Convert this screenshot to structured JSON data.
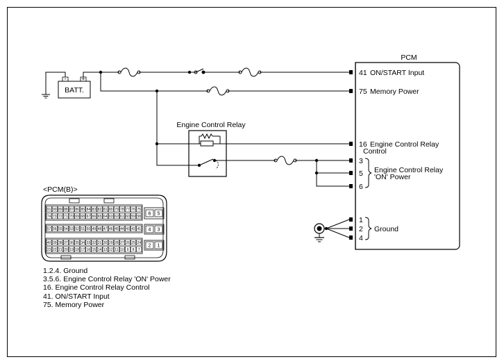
{
  "battery": {
    "label": "BATT.",
    "neg": "-",
    "pos": "+"
  },
  "pcm": {
    "title": "PCM",
    "pins": {
      "p41": {
        "num": "41",
        "label": "ON/START Input"
      },
      "p75": {
        "num": "75",
        "label": "Memory Power"
      },
      "p16": {
        "num": "16",
        "label": "Engine Control Relay",
        "label2": "Control"
      },
      "p3": {
        "num": "3"
      },
      "p5": {
        "num": "5"
      },
      "p6": {
        "num": "6"
      },
      "p1": {
        "num": "1"
      },
      "p2": {
        "num": "2"
      },
      "p4": {
        "num": "4"
      }
    },
    "group_relay_power": {
      "line1": "Engine Control Relay",
      "line2": "'ON' Power"
    },
    "group_ground": "Ground"
  },
  "relay": {
    "title": "Engine Control Relay"
  },
  "connector": {
    "title": "<PCM(B)>",
    "row1": [
      "91",
      "90",
      "89",
      "88",
      "87",
      "86",
      "85",
      "84",
      "83",
      "82",
      "81",
      "80",
      "79",
      "78",
      "77",
      "76",
      "75"
    ],
    "row2": [
      "74",
      "73",
      "72",
      "71",
      "70",
      "69",
      "68",
      "67",
      "66",
      "65",
      "64",
      "63",
      "62",
      "61",
      "60",
      "59",
      "58"
    ],
    "row3": [
      "57",
      "56",
      "55",
      "54",
      "53",
      "52",
      "51",
      "50",
      "49",
      "48",
      "47",
      "46",
      "45",
      "44",
      "43",
      "42",
      "41"
    ],
    "row4": [
      "40",
      "39",
      "38",
      "37",
      "36",
      "35",
      "34",
      "33",
      "32",
      "31",
      "30",
      "29",
      "28",
      "27",
      "26",
      "25",
      "24"
    ],
    "row5": [
      "23",
      "22",
      "21",
      "20",
      "19",
      "18",
      "17",
      "16",
      "15",
      "14",
      "13",
      "12",
      "11",
      "10",
      "9",
      "8",
      "7"
    ],
    "side": [
      [
        "6",
        "5"
      ],
      [
        "4",
        "3"
      ],
      [
        "2",
        "1"
      ]
    ]
  },
  "legend": [
    "1.2.4. Ground",
    "3.5.6. Engine Control Relay 'ON' Power",
    "16. Engine Control Relay Control",
    "41. ON/START Input",
    "75. Memory Power"
  ]
}
